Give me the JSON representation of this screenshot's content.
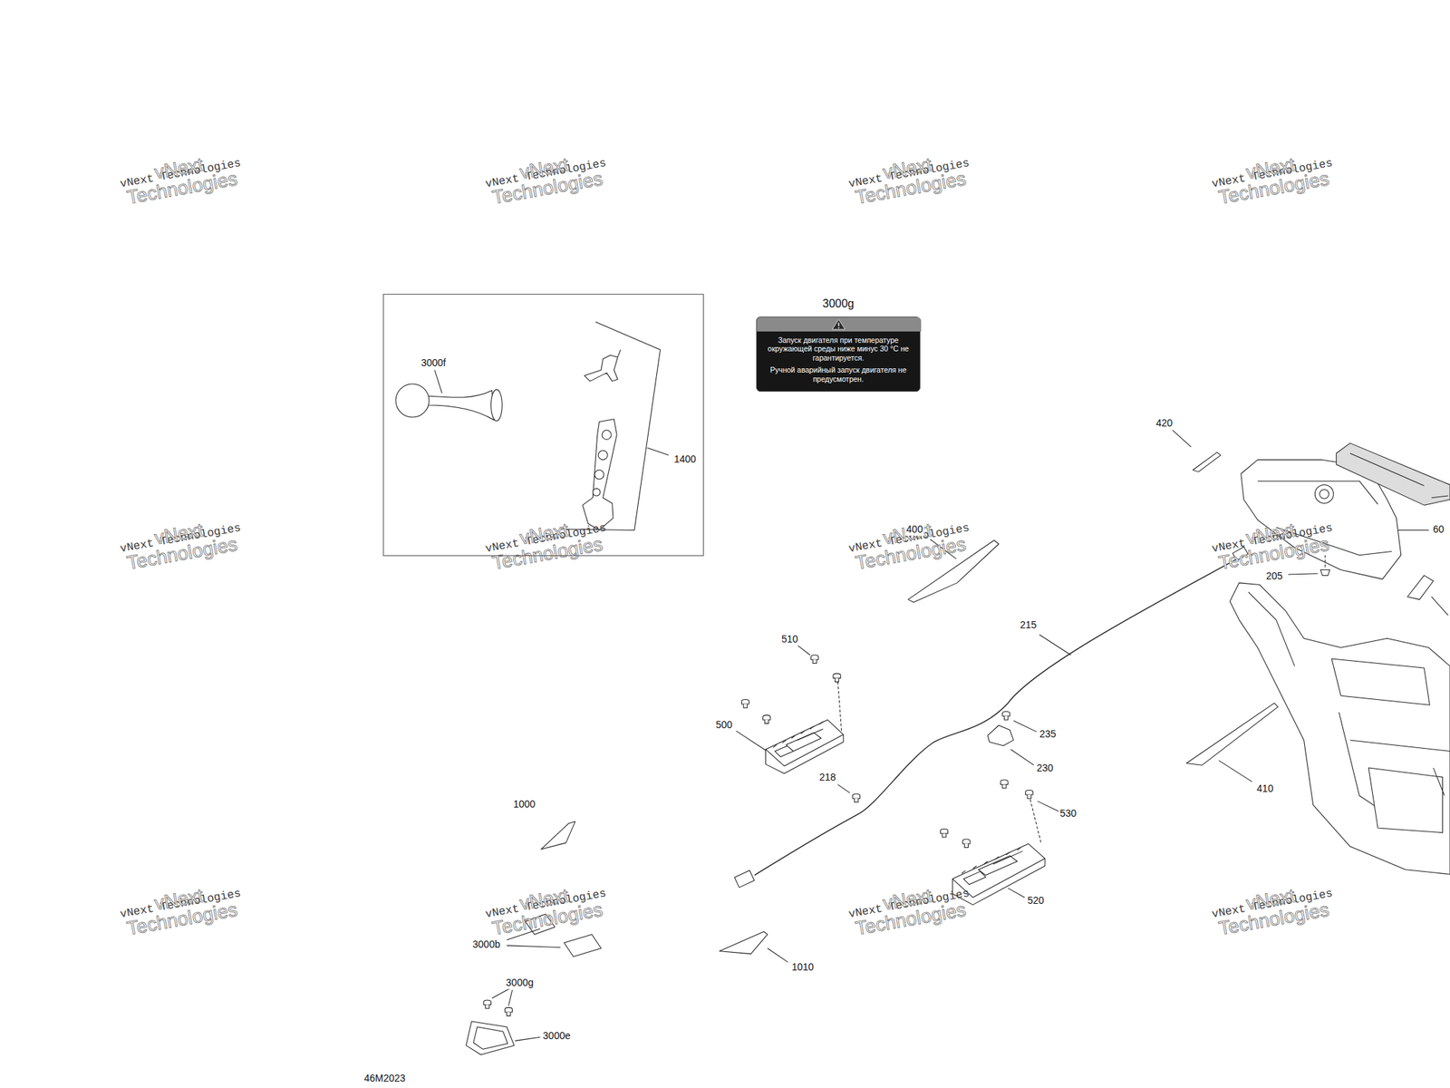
{
  "diagram": {
    "nodes": [
      {
        "text": [
          "3000f",
          "1400"
        ]
      },
      {
        "text": [
          "3000g",
          "Запуск двигателя при температуре окружающей среды ниже минус 30 °C не гарантируется.",
          "Ручной аварийный запуск двигателя не предусмотрен."
        ]
      }
    ],
    "labels": [
      "vNext Technologies",
      "vNext Technologies",
      "vNext Technologies",
      "vNext Technologies",
      "vNext Technologies",
      "vNext Technologies",
      "vNext Technologies",
      "vNext Technologies",
      "vNext Technologies",
      "vNext Technologies",
      "vNext Technologies",
      "vNext Technologies",
      "vNext Technologies",
      "vNext Technologies",
      "vNext Technologies",
      "vNext Technologies",
      "vNext Technologies",
      "vNext Technologies",
      "vNext Technologies",
      "vNext Technologies",
      "vNext Technologies",
      "vNext Technologies",
      "vNext Technologies",
      "vNext Technologies",
      "420",
      "60",
      "400",
      "205",
      "215",
      "510",
      "500",
      "235",
      "218",
      "230",
      "410",
      "530",
      "1000",
      "520",
      "3000b",
      "1010",
      "3000g",
      "3000e",
      "46M2023"
    ]
  }
}
